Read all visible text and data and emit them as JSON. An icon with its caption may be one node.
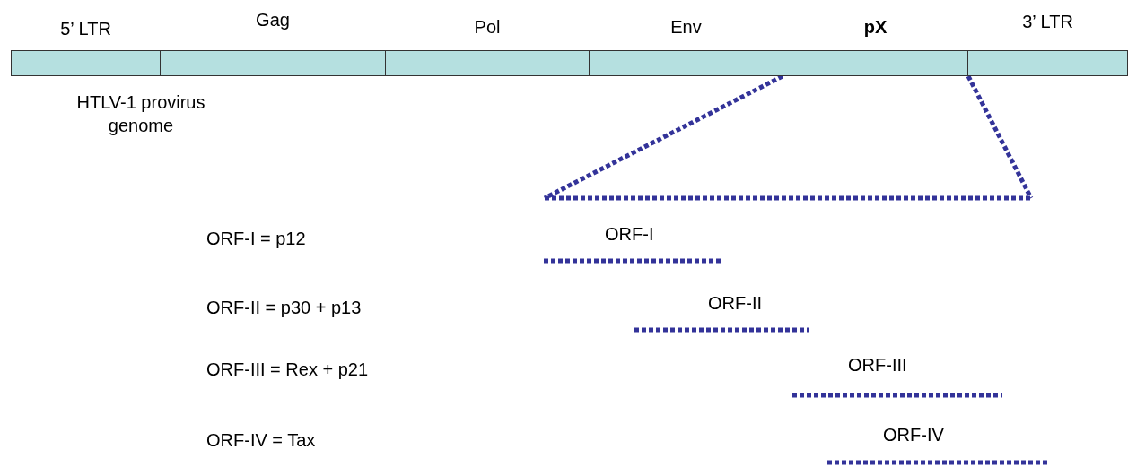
{
  "diagram": {
    "nodes": [
      {
        "text": [
          "5’ LTR"
        ]
      },
      {
        "text": [
          "Gag"
        ]
      },
      {
        "text": [
          "Pol"
        ]
      },
      {
        "text": [
          "Env"
        ]
      },
      {
        "text": [
          "pX"
        ]
      },
      {
        "text": [
          "3’ LTR"
        ]
      },
      {
        "text": [],
        "shape": "bar"
      },
      {
        "text": [
          "ORF-I"
        ]
      },
      {
        "text": [
          "ORF-II"
        ]
      },
      {
        "text": [
          "ORF-III"
        ]
      },
      {
        "text": [
          "ORF-IV"
        ]
      }
    ],
    "edges": [
      {
        "from": 4,
        "to": 6,
        "arrow": "none",
        "style": "dashed",
        "color": "#333399"
      },
      {
        "from": 4,
        "to": 6,
        "arrow": "none",
        "style": "dashed",
        "color": "#333399"
      }
    ],
    "labels": [
      "HTLV-1 provirus genome",
      "ORF-I = p12",
      "ORF-II = p30 + p13",
      "ORF-III = Rex + p21",
      "ORF-IV = Tax"
    ]
  }
}
